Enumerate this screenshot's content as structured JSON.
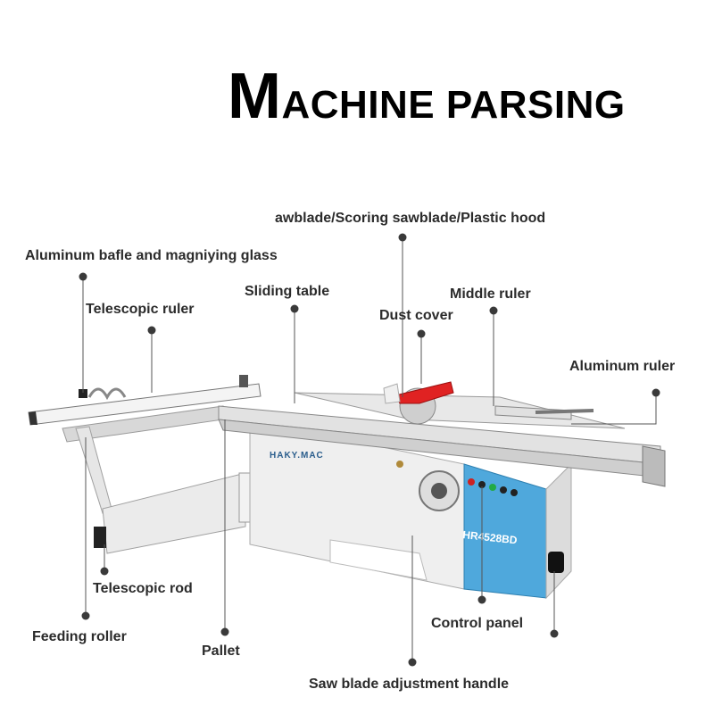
{
  "title": {
    "first_letter": "M",
    "rest": "ACHINE PARSING"
  },
  "brand_text": "HAKY.MAC",
  "model_text": "HR4528BD",
  "labels": {
    "sawblade": "awblade/Scoring sawblade/Plastic hood",
    "aluminum_baffle": "Aluminum bafle and magniying glass",
    "sliding_table": "Sliding table",
    "middle_ruler": "Middle ruler",
    "telescopic_ruler": "Telescopic ruler",
    "dust_cover": "Dust cover",
    "aluminum_ruler": "Aluminum ruler",
    "telescopic_rod": "Telescopic rod",
    "control_panel": "Control panel",
    "feeding_roller": "Feeding roller",
    "pallet": "Pallet",
    "saw_handle": "Saw blade adjustment handle"
  },
  "colors": {
    "blade_guard": "#e02222",
    "side_panel": "#4fa8dc",
    "machine_body": "#eeeeee",
    "label_text": "#2b2b2b"
  }
}
